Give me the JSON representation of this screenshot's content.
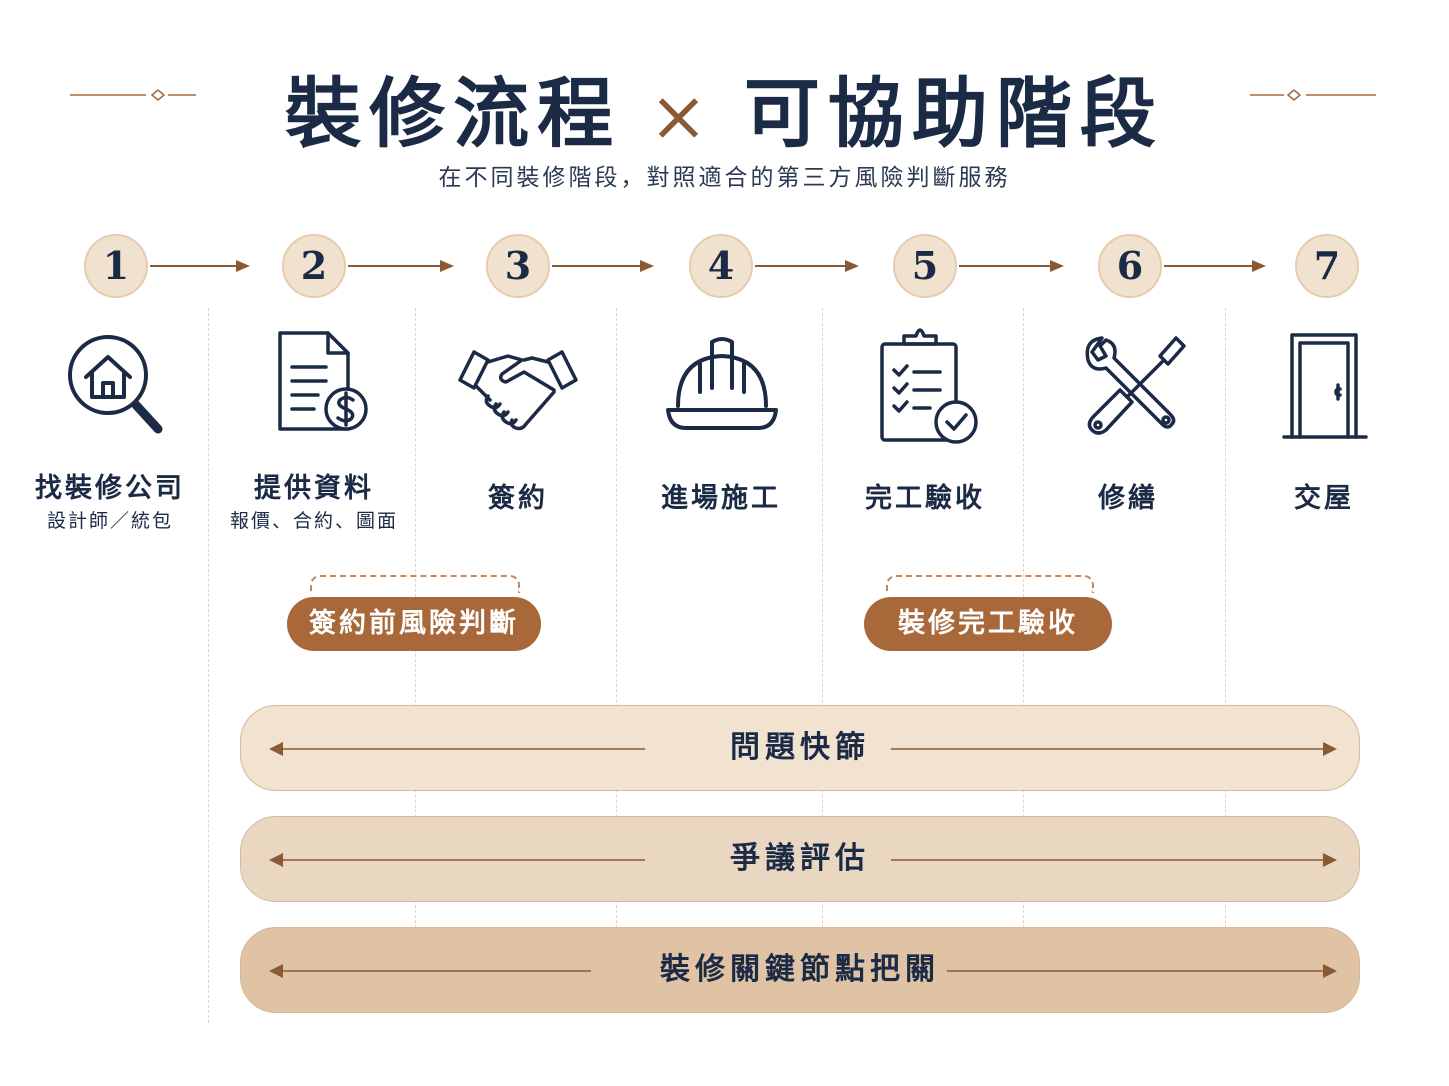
{
  "header": {
    "title_left": "裝修流程",
    "title_cross": "×",
    "title_right": "可協助階段",
    "subtitle": "在不同裝修階段，對照適合的第三方風險判斷服務"
  },
  "steps": [
    {
      "number": "1",
      "label": "找裝修公司",
      "sublabel": "設計師／統包",
      "icon": "house-search-icon"
    },
    {
      "number": "2",
      "label": "提供資料",
      "sublabel": "報價、合約、圖面",
      "icon": "document-dollar-icon"
    },
    {
      "number": "3",
      "label": "簽約",
      "sublabel": "",
      "icon": "handshake-icon"
    },
    {
      "number": "4",
      "label": "進場施工",
      "sublabel": "",
      "icon": "hard-hat-icon"
    },
    {
      "number": "5",
      "label": "完工驗收",
      "sublabel": "",
      "icon": "checklist-icon"
    },
    {
      "number": "6",
      "label": "修繕",
      "sublabel": "",
      "icon": "wrench-screwdriver-icon"
    },
    {
      "number": "7",
      "label": "交屋",
      "sublabel": "",
      "icon": "door-icon"
    }
  ],
  "services": [
    {
      "label": "簽約前風險判斷",
      "spans_steps": [
        "2",
        "3"
      ]
    },
    {
      "label": "裝修完工驗收",
      "spans_steps": [
        "5",
        "6"
      ]
    }
  ],
  "bands": [
    {
      "label": "問題快篩"
    },
    {
      "label": "爭議評估"
    },
    {
      "label": "裝修關鍵節點把關"
    }
  ],
  "colors": {
    "navy": "#1c2b45",
    "accent_brown": "#a8683a",
    "circle_fill": "#f1e2cf",
    "band1": "#f2e2d0",
    "band2": "#ead7c2",
    "band3": "#e0c3a4"
  }
}
